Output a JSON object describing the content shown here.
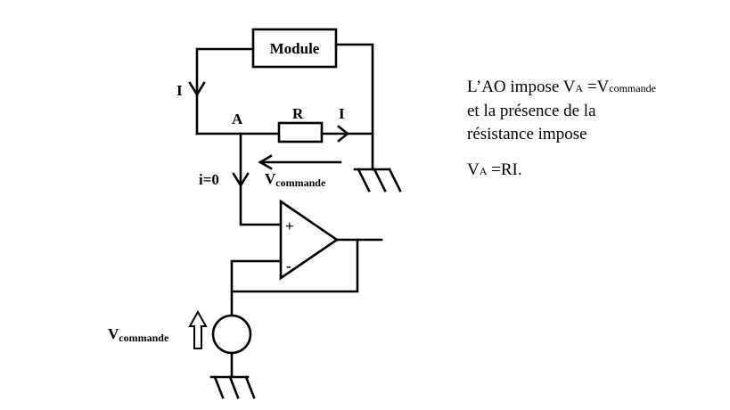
{
  "diagram": {
    "module_label": "Module",
    "current_I_left": "I",
    "current_I_right": "I",
    "node_A": "A",
    "resistor_R": "R",
    "current_i0": "i=0",
    "v_command_mid": {
      "main": "V",
      "sub": "commande"
    },
    "opamp_plus": "+",
    "opamp_minus": "-",
    "v_command_source": {
      "main": "V",
      "sub": "commande"
    }
  },
  "explanation": {
    "line1": {
      "a": "L’AO impose V",
      "a_sub": "A",
      "b": " =V",
      "b_sub": "commande"
    },
    "line2": "et la présence de la",
    "line3": "résistance impose",
    "equation": {
      "a": "V",
      "a_sub": "A",
      "b": " =RI."
    }
  }
}
